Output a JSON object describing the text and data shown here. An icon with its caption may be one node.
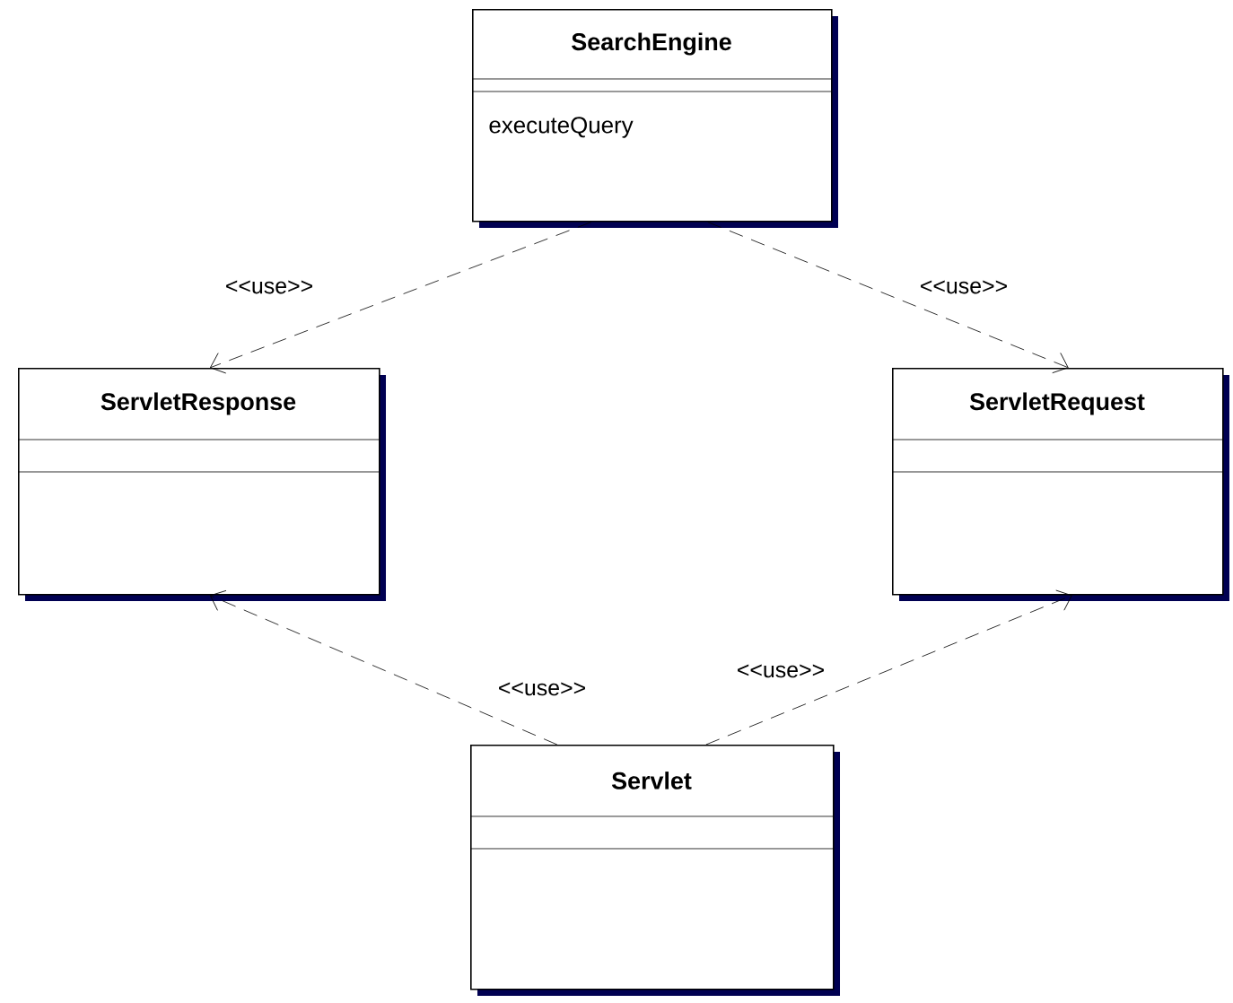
{
  "diagram": {
    "nodes": [
      {
        "text": [
          "SearchEngine",
          "executeQuery"
        ]
      },
      {
        "text": [
          "ServletResponse"
        ]
      },
      {
        "text": [
          "ServletRequest"
        ]
      },
      {
        "text": [
          "Servlet"
        ]
      }
    ],
    "edges": [
      {
        "from": 0,
        "to": 1,
        "arrow": "to",
        "style": "dashed",
        "label": "<<use>>"
      },
      {
        "from": 0,
        "to": 2,
        "arrow": "to",
        "style": "dashed",
        "label": "<<use>>"
      },
      {
        "from": 3,
        "to": 1,
        "arrow": "to",
        "style": "dashed",
        "label": "<<use>>"
      },
      {
        "from": 3,
        "to": 2,
        "arrow": "to",
        "style": "dashed",
        "label": "<<use>>"
      }
    ]
  }
}
